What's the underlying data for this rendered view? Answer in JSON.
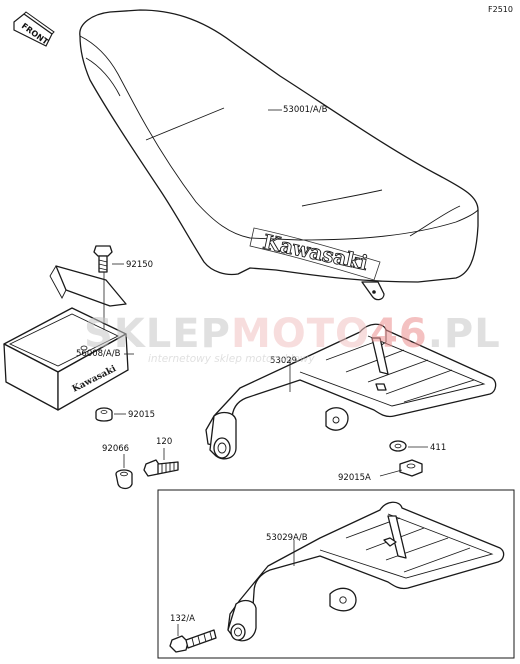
{
  "diagram": {
    "code": "F2510",
    "front_label": "FRONT",
    "watermark": {
      "text_left": "SKLEP",
      "text_mid": "MOTO",
      "text_num": "46",
      "text_right": ".PL",
      "subtitle": "internetowy sklep motocyklowy"
    },
    "seat_brand": "Kawasaki",
    "box_brand": "Kawasaki",
    "labels": {
      "seat": "53001/A/B",
      "bolt_top": "92150",
      "toolbox": "56008/A/B",
      "nut_small": "92015",
      "rack": "53029",
      "grommet": "92066",
      "bolt_mid": "120",
      "washer": "411",
      "nut_right": "92015A",
      "rack_alt": "53029A/B",
      "bolt_low": "132/A"
    }
  }
}
